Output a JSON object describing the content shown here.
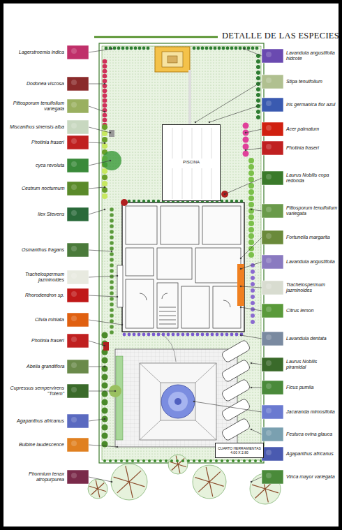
{
  "diagram": {
    "title": "DETALLE DE LAS ESPECIES",
    "nodes": [
      {
        "text": [
          "PISCINA"
        ]
      },
      {
        "text": [
          "CUARTO HERRAMIENTAS",
          "4.00 X 2.80"
        ]
      }
    ],
    "labels": [
      "Lagerstroemia indica",
      "Dodonea viscosa",
      "Pittosporum tenuifolium variegata",
      "Miscanthus sinensis alba",
      "Photinia fraseri",
      "cyca revoluta",
      "Cestrum nocturnum",
      "Ilex Stevens",
      "Osmanthus fragans",
      "Trachelospermum jazminoides",
      "Rhorodendron sp.",
      "Clivia miniata",
      "Photinia fraseri",
      "Abelia grandiflora",
      "Cupressus sempervirens \"Totem\"",
      "Agapanthus africanus",
      "Bulbine laudescence",
      "Phormium tenax atropurpurea",
      "Lavandula angustifolia hidcote",
      "Stipa tenuifolium",
      "Iris germanica flor azul",
      "Acer palmatum",
      "Photinia fraseri",
      "Laurus Nobilis copa redonda",
      "Pittosporum tenuifolium variegata",
      "Fortunella margarita",
      "Lavandula angustifolia",
      "Trachelospermum jazminoides",
      "Citrus lemon",
      "Lavandula dentata",
      "Laurus Nobilis piramidal",
      "Ficus pumila",
      "Jacaranda mimosifolia",
      "Festuca ovina glauca",
      "Agapanthus africanus",
      "Vinca mayor variegata"
    ]
  }
}
